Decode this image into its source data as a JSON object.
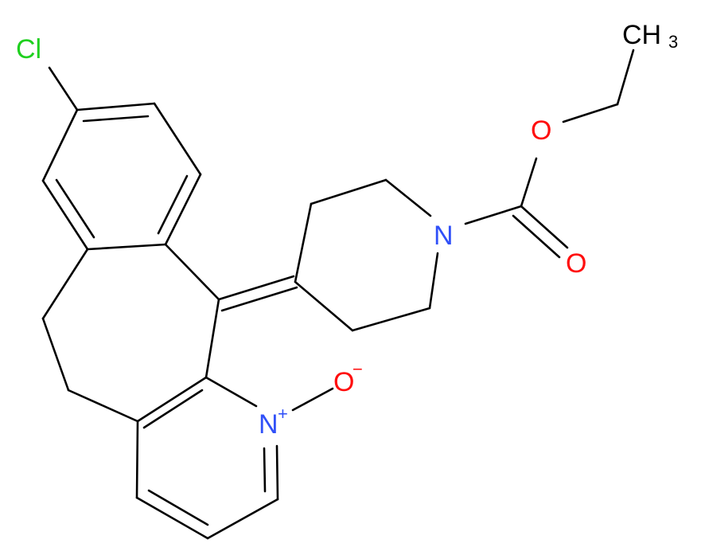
{
  "atoms": {
    "cl": "Cl",
    "o_ester": "O",
    "n_pip": "N",
    "o_carbonyl": "O",
    "n_pyr": "N",
    "n_pyr_charge": "+",
    "o_oxide": "O",
    "o_oxide_charge": "−",
    "ch3_main": "CH",
    "ch3_sub": "3"
  },
  "colors": {
    "bond": "#000000",
    "chlorine": "#1fd01f",
    "oxygen": "#ff0d0d",
    "nitrogen": "#3050f8",
    "carbon": "#000000"
  }
}
